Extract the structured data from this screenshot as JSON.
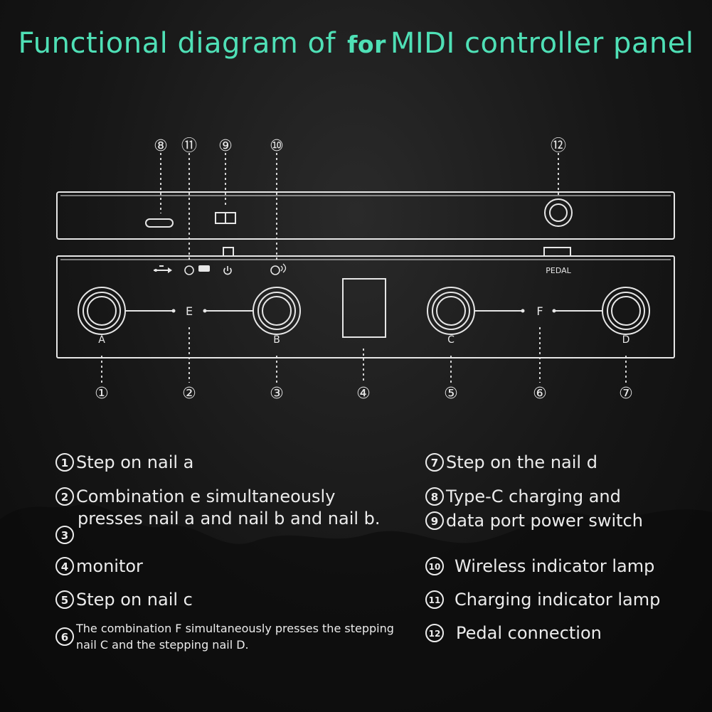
{
  "title": {
    "part1": "Functional diagram of",
    "part2": "for",
    "part3": "MIDI controller panel"
  },
  "panel": {
    "switch_labels": [
      "A",
      "B",
      "C",
      "D"
    ],
    "combo_labels": [
      "E",
      "F"
    ],
    "pedal_label": "PEDAL"
  },
  "callouts": [
    "①",
    "②",
    "③",
    "④",
    "⑤",
    "⑥",
    "⑦",
    "⑧",
    "⑪",
    "⑨",
    "⑩",
    "⑫"
  ],
  "legend_left": [
    {
      "num": "1",
      "text": "Step on nail a"
    },
    {
      "num": "2",
      "text": "Combination e simultaneously"
    },
    {
      "num": "",
      "text": "presses nail a and nail b and nail b."
    },
    {
      "num": "3",
      "text": ""
    },
    {
      "num": "4",
      "text": "monitor"
    },
    {
      "num": "5",
      "text": "Step on nail c"
    },
    {
      "num": "6",
      "text": "The combination F simultaneously presses the stepping nail C and the stepping nail D."
    }
  ],
  "legend_right": [
    {
      "num": "7",
      "text": "Step on the nail d"
    },
    {
      "num": "8",
      "text": "Type-C charging and"
    },
    {
      "num": "9",
      "text": "data port power switch"
    },
    {
      "num": "10",
      "text": "Wireless indicator lamp"
    },
    {
      "num": "11",
      "text": "Charging indicator lamp"
    },
    {
      "num": "12",
      "text": "Pedal connection"
    }
  ],
  "colors": {
    "accent": "#4fe0b6",
    "line": "#e6e6e6",
    "background": "#161616"
  },
  "icons": [
    "usb-icon",
    "led-indicator-icon",
    "power-icon",
    "wireless-icon",
    "jack-icon"
  ]
}
